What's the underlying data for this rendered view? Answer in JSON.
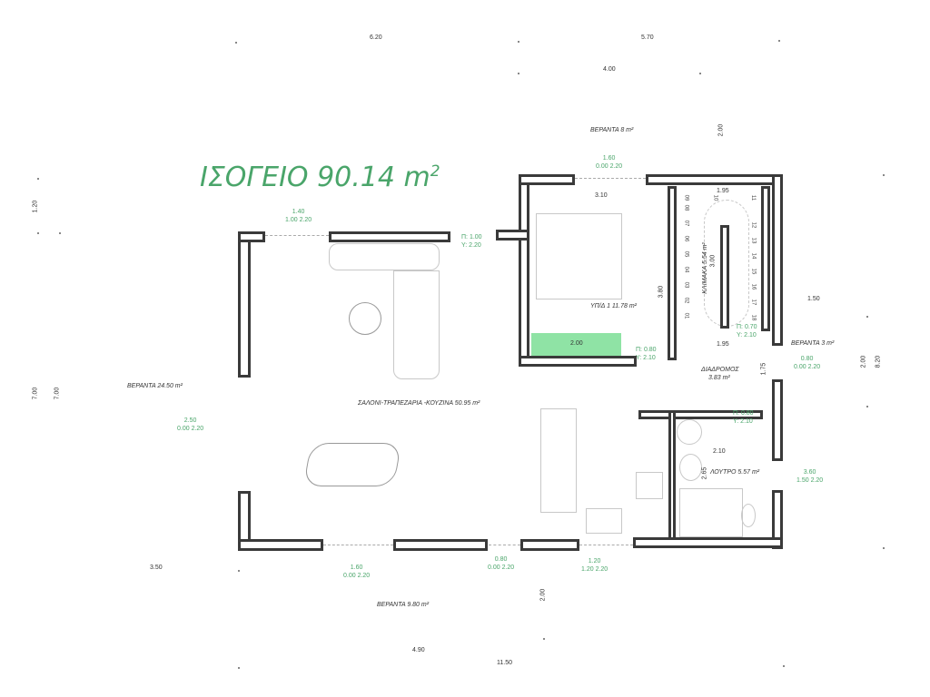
{
  "title": {
    "text": "ΙΣΟΓΕΙΟ 90.14 m",
    "sup": "2"
  },
  "rooms": {
    "veranda_top": "ΒΕΡΑΝΤΑ 8 m²",
    "veranda_left": "ΒΕΡΑΝΤΑ 24.50 m²",
    "veranda_right": "ΒΕΡΑΝΤΑ 3 m²",
    "veranda_bottom": "ΒΕΡΑΝΤΑ 9.80 m²",
    "living": "ΣΑΛΟΝΙ-ΤΡΑΠΕΖΑΡΙΑ -ΚΟΥΖΙΝΑ 50.95 m²",
    "bedroom": "ΥΠ/Δ 1 11.78 m²",
    "stairs": "ΚΛΙΜΑΚΑ 5.54 m²",
    "corridor": "ΔΙΑΔΡΟΜΟΣ",
    "corridor_area": "3.83 m²",
    "bathroom": "ΛΟΥΤΡΟ 5.57 m²"
  },
  "dimensions": {
    "top_620": "6.20",
    "top_570": "5.70",
    "top_400": "4.00",
    "top_200": "2.00",
    "left_120": "1.20",
    "left_700a": "7.00",
    "left_700b": "7.00",
    "bed_310": "3.10",
    "bed_380": "3.80",
    "stair_195a": "1.95",
    "stair_195b": "1.95",
    "stair_300": "3.00",
    "right_150": "1.50",
    "right_200": "2.00",
    "right_820": "8.20",
    "corr_175": "1.75",
    "bath_210": "2.10",
    "bath_265": "2.65",
    "closet": "2.00",
    "bottom_350": "3.50",
    "bottom_200": "2.00",
    "bottom_490": "4.90",
    "bottom_1150": "11.50"
  },
  "openings": [
    {
      "w": "1.40",
      "h": "1.00  2.20"
    },
    {
      "w": "1.60",
      "h": "0.00  2.20"
    },
    {
      "w": "Π: 1.00",
      "h": "Υ: 2.20"
    },
    {
      "w": "Π: 0.80",
      "h": "Υ: 2.10"
    },
    {
      "w": "Π: 0.70",
      "h": "Υ: 2.10"
    },
    {
      "w": "0.80",
      "h": "0.00  2.20"
    },
    {
      "w": "Π: 0.80",
      "h": "Υ: 2.10"
    },
    {
      "w": "3.60",
      "h": "1.50  2.20"
    },
    {
      "w": "2.50",
      "h": "0.00  2.20"
    },
    {
      "w": "1.60",
      "h": "0.00  2.20"
    },
    {
      "w": "0.80",
      "h": "0.00  2.20"
    },
    {
      "w": "1.20",
      "h": "1.20  2.20"
    }
  ],
  "stair_steps": [
    "01",
    "02",
    "03",
    "04",
    "05",
    "06",
    "07",
    "08",
    "09",
    "10",
    "11",
    "12",
    "13",
    "14",
    "15",
    "16",
    "17",
    "18"
  ],
  "colors": {
    "accent": "#4aa56a",
    "wall": "#3a3a3a",
    "closet": "#8fe3a5"
  }
}
